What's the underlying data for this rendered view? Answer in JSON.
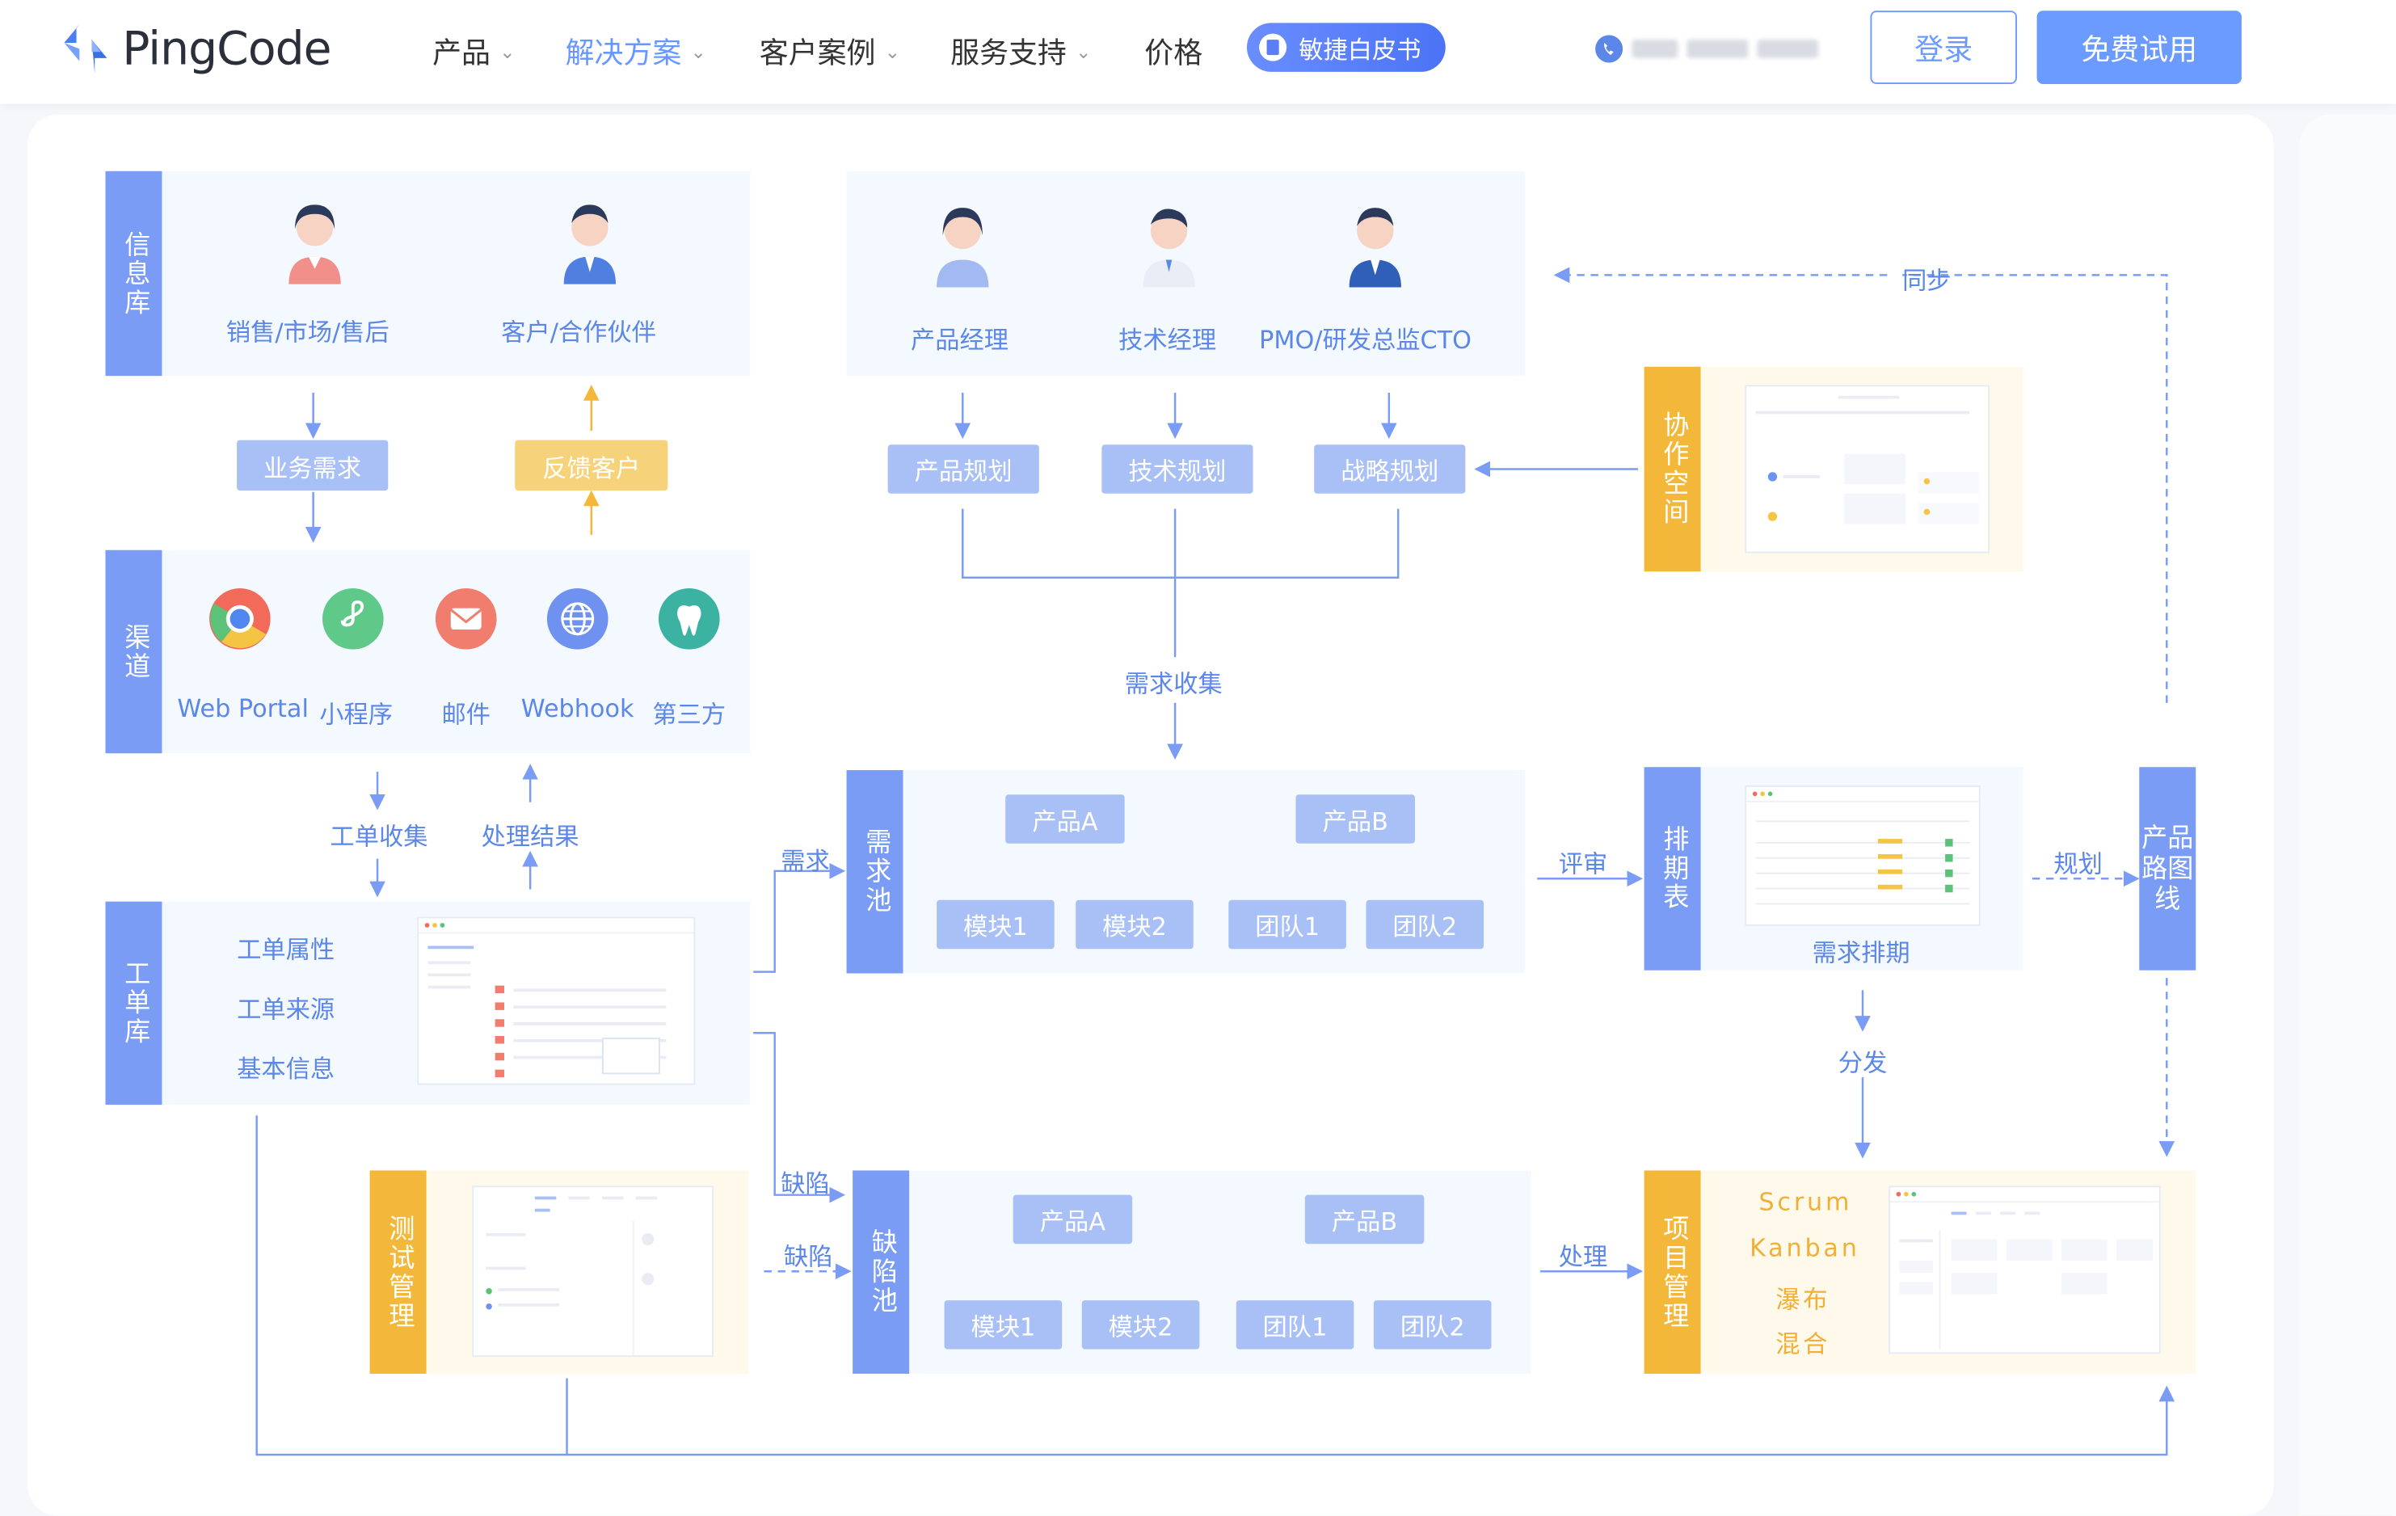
{
  "header": {
    "brand": "PingCode",
    "nav": [
      {
        "label": "产品",
        "dropdown": true
      },
      {
        "label": "解决方案",
        "dropdown": true,
        "active": true
      },
      {
        "label": "客户案例",
        "dropdown": true
      },
      {
        "label": "服务支持",
        "dropdown": true
      },
      {
        "label": "价格",
        "dropdown": false
      }
    ],
    "whitepaper": "敏捷白皮书",
    "login": "登录",
    "trial": "免费试用"
  },
  "colors": {
    "accent": "#6b9bff",
    "blue_box": "#7a9cf5",
    "pill_blue": "#a8c0f5",
    "yellow": "#f3b73a",
    "pill_yellow": "#f6d37b"
  },
  "diagram": {
    "info": {
      "side": "信息库",
      "roles": [
        "销售/市场/售后",
        "客户/合作伙伴"
      ]
    },
    "biz_need": "业务需求",
    "feedback": "反馈客户",
    "channel": {
      "side": "渠道",
      "items": [
        "Web Portal",
        "小程序",
        "邮件",
        "Webhook",
        "第三方"
      ]
    },
    "ticket_collect": "工单收集",
    "ticket_result": "处理结果",
    "ticket": {
      "side": "工单库",
      "items": [
        "工单属性",
        "工单来源",
        "基本信息"
      ]
    },
    "roles": [
      "产品经理",
      "技术经理",
      "PMO/研发总监CTO"
    ],
    "plans": [
      "产品规划",
      "技术规划",
      "战略规划"
    ],
    "collect": "需求收集",
    "sync": "同步",
    "collab": "协作空间",
    "req_arrow": "需求",
    "req_pool": {
      "side": "需求池",
      "products": [
        "产品A",
        "产品B"
      ],
      "modules": [
        "模块1",
        "模块2"
      ],
      "teams": [
        "团队1",
        "团队2"
      ]
    },
    "review": "评审",
    "schedule": {
      "side": "排期表",
      "caption": "需求排期"
    },
    "plan": "规划",
    "roadmap": "产品路图线",
    "distribute": "分发",
    "defect1": "缺陷",
    "defect2": "缺陷",
    "test": "测试管理",
    "defect_pool": {
      "side": "缺陷池",
      "products": [
        "产品A",
        "产品B"
      ],
      "modules": [
        "模块1",
        "模块2"
      ],
      "teams": [
        "团队1",
        "团队2"
      ]
    },
    "handle": "处理",
    "project": {
      "side": "项目管理",
      "methods": [
        "Scrum",
        "Kanban",
        "瀑布",
        "混合"
      ]
    }
  }
}
